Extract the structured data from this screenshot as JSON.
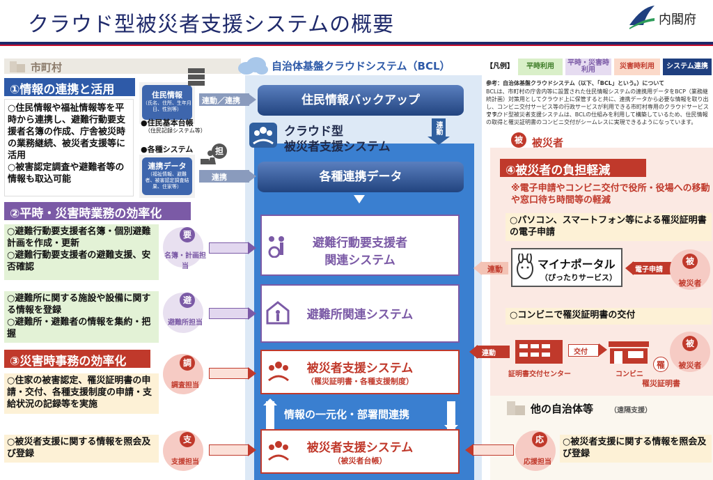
{
  "title": "クラウド型被災者支援システムの概要",
  "logo": {
    "text": "内閣府"
  },
  "municipality": {
    "label": "市町村"
  },
  "bcl": {
    "label": "自治体基盤クラウドシステム（BCL）"
  },
  "section1": {
    "heading": "①情報の連携と活用",
    "text1": "○住民情報や福祉情報等を平時から連携し、避難行動要支援者名簿の作成、庁舎被災時の業務継続、被災者支援等に活用",
    "text2": "○被害認定調査や避難者等の情報も取込可能",
    "resident_db": "住民情報",
    "resident_db_sub": "（氏名、住所、生年月日、性別等）",
    "basic_register": "●住民基本台帳",
    "basic_register_sub": "（住民記録システム等）",
    "systems": "●各種システム",
    "link_data": "連携データ",
    "link_data_sub": "（福祉情報、避難者、被害認定調査結果、住家等）",
    "tanto": "担",
    "link1": "連動／連携",
    "link2": "連携"
  },
  "section2": {
    "heading": "②平時・災害時業務の効率化",
    "text1": "○避難行動要支援者名簿・個別避難計画を作成・更新",
    "text2": "○避難行動要支援者の避難支援、安否確認",
    "text3": "○避難所に関する施設や設備に関する情報を登録",
    "text4": "○避難所・避難者の情報を集約・把握",
    "role1_badge": "要",
    "role1_label": "名簿・計画担当",
    "role2_badge": "避",
    "role2_label": "避難所担当"
  },
  "section3": {
    "heading": "③災害時事務の効率化",
    "text1": "○住家の被害認定、罹災証明書の申請・交付、各種支援制度の申請・支給状況の記録等を実施",
    "text2": "○被災者支援に関する情報を照会及び登録",
    "role1_badge": "調",
    "role1_label": "調査担当",
    "role2_badge": "支",
    "role2_label": "支援担当"
  },
  "center": {
    "backup": "住民情報バックアップ",
    "cloud_system_line1": "クラウド型",
    "cloud_system_line2": "被災者支援システム",
    "link_data": "各種連携データ",
    "renkei": "連動",
    "sys1_line1": "避難行動要支援者",
    "sys1_line2": "関連システム",
    "sys2": "避難所関連システム",
    "sys3": "被災者支援システム",
    "sys3_sub": "（罹災証明書・各種支援制度）",
    "unify": "情報の一元化・部署間連携",
    "sys4": "被災者支援システム",
    "sys4_sub": "（被災者台帳）"
  },
  "legend": {
    "title": "【凡例】",
    "items": [
      "平時利用",
      "平時・災害時利用",
      "災害時利用",
      "システム連携"
    ],
    "note_title": "参考：自治体基盤クラウドシステム（以下、「BCL」という。）について",
    "note1": "BCLは、市町村の庁舎内等に設置された住民情報システムの連携用データをBCP（業務継続計画）対策用としてクラウド上に保管すると共に、連携データから必要な情報を取り出し、コンビニ交付サービス等の行政サービスが利用できる市町村専用のクラウドサービスです。",
    "note2": "クラウド型被災者支援システムは、BCLの仕組みを利用して構築しているため、住民情報の取得と罹災証明書のコンビニ交付がシームレスに実現できるようになっています。"
  },
  "victim": {
    "label": "被災者",
    "badge": "被",
    "heading": "④被災者の負担軽減",
    "note": "※電子申請やコンビニ交付で役所・役場への移動や窓口待ち時間等の軽減",
    "text1": "○パソコン、スマートフォン等による罹災証明書の電子申請",
    "portal": "マイナポータル",
    "portal_sub": "（ぴったりサービス）",
    "renkei": "連動",
    "e_apply": "電子申請",
    "victim_label": "被災者",
    "text2": "○コンビニで罹災証明書の交付",
    "renkei2": "連動",
    "issue": "交付",
    "center_label": "証明書交付センター",
    "conv_label": "コンビニ",
    "cert_badge": "罹",
    "cert_label": "罹災証明書",
    "victim_label2": "被災者"
  },
  "other": {
    "label": "他の自治体等",
    "sub": "（遠隔支援）",
    "text": "○被災者支援に関する情報を照会及び登録",
    "badge": "応",
    "role_label": "応援担当"
  }
}
